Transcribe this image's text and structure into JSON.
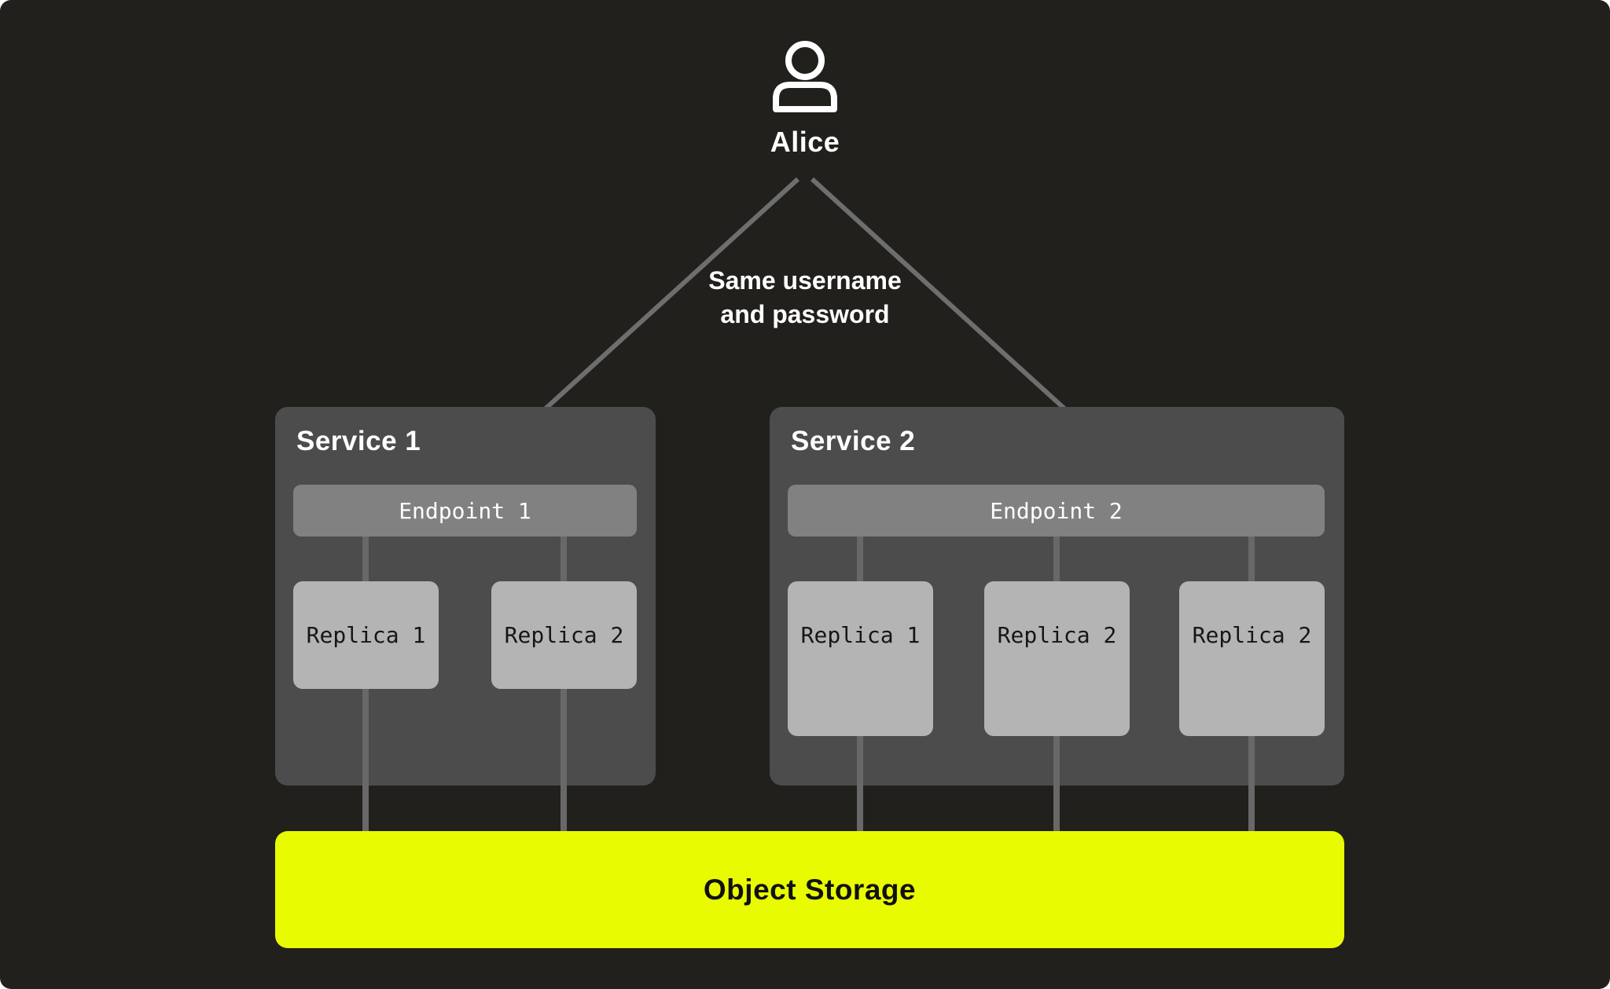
{
  "user": {
    "name": "Alice"
  },
  "connection_label": {
    "line1": "Same username",
    "line2": "and password"
  },
  "services": [
    {
      "title": "Service 1",
      "endpoint": "Endpoint 1",
      "replicas": [
        "Replica 1",
        "Replica 2"
      ]
    },
    {
      "title": "Service 2",
      "endpoint": "Endpoint 2",
      "replicas": [
        "Replica 1",
        "Replica 2",
        "Replica 2"
      ]
    }
  ],
  "storage": {
    "label": "Object Storage"
  },
  "colors": {
    "background": "#21201c",
    "service_box": "#4c4c4c",
    "endpoint_bar": "#818181",
    "replica_box": "#b4b4b4",
    "connector_line": "#686868",
    "arrow": "#6e6e6e",
    "storage_accent": "#e9fb00",
    "text_light": "#ffffff",
    "text_dark": "#161616"
  }
}
